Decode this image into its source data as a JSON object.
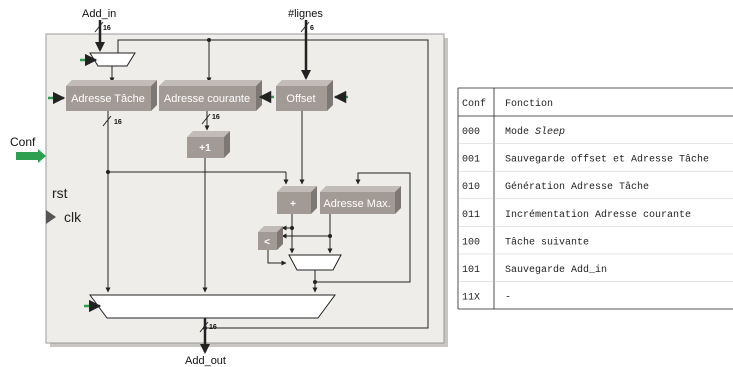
{
  "pins": {
    "add_in": "Add_in",
    "lignes": "#lignes",
    "add_out": "Add_out",
    "conf": "Conf",
    "rst": "rst",
    "clk": "clk"
  },
  "bus_widths": {
    "add_in": "16",
    "lignes": "6",
    "tache": "16",
    "courante": "16",
    "out": "16"
  },
  "blocks": {
    "adresse_tache": "Adresse Tâche",
    "adresse_courante": "Adresse courante",
    "offset": "Offset",
    "increment": "+1",
    "adder": "+",
    "adresse_max": "Adresse Max.",
    "comparator": "<"
  },
  "colors": {
    "panel": "#efedea",
    "panel_border": "#9a9a9a",
    "block": "#a29a95",
    "block_dark": "#7f7773",
    "arrow_green": "#2e9e50",
    "wire": "#222222"
  },
  "table": {
    "headers": [
      "Conf",
      "Fonction"
    ],
    "rows": [
      {
        "code": "000",
        "pre": "Mode ",
        "em": "Sleep",
        "post": ""
      },
      {
        "code": "001",
        "pre": "Sauvegarde offset et Adresse Tâche",
        "em": "",
        "post": ""
      },
      {
        "code": "010",
        "pre": "Génération Adresse Tâche",
        "em": "",
        "post": ""
      },
      {
        "code": "011",
        "pre": "Incrémentation Adresse courante",
        "em": "",
        "post": ""
      },
      {
        "code": "100",
        "pre": "Tâche suivante",
        "em": "",
        "post": ""
      },
      {
        "code": "101",
        "pre": "Sauvegarde Add_in",
        "em": "",
        "post": ""
      },
      {
        "code": "11X",
        "pre": "-",
        "em": "",
        "post": ""
      }
    ]
  }
}
